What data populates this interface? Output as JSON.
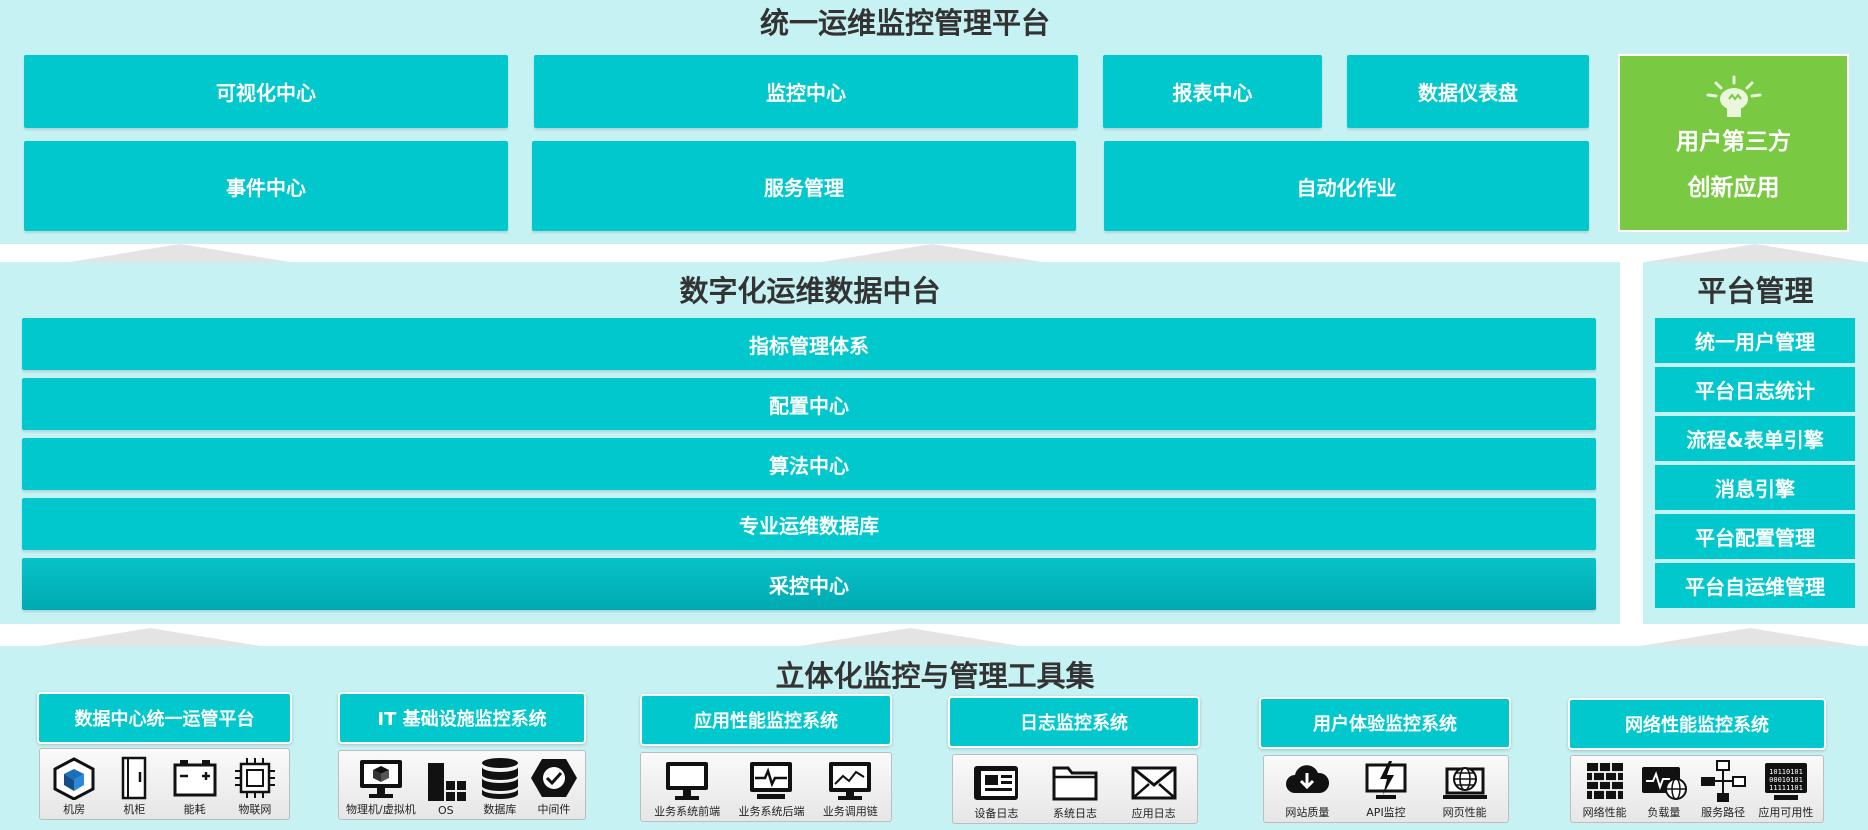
{
  "top": {
    "title": "统一运维监控管理平台",
    "tiles": [
      "可视化中心",
      "监控中心",
      "报表中心",
      "数据仪表盘",
      "事件中心",
      "服务管理",
      "自动化作业"
    ],
    "innovation": {
      "line1": "用户第三方",
      "line2": "创新应用",
      "icon": "lightbulb-icon"
    }
  },
  "middle": {
    "title": "数字化运维数据中台",
    "rows": [
      "指标管理体系",
      "配置中心",
      "算法中心",
      "专业运维数据库",
      "采控中心"
    ]
  },
  "platform": {
    "title": "平台管理",
    "items": [
      "统一用户管理",
      "平台日志统计",
      "流程&表单引擎",
      "消息引擎",
      "平台配置管理",
      "平台自运维管理"
    ]
  },
  "bottom": {
    "title": "立体化监控与管理工具集",
    "tools": [
      {
        "name": "数据中心统一运管平台",
        "icons": [
          {
            "icon": "server-room-icon",
            "label": "机房"
          },
          {
            "icon": "cabinet-icon",
            "label": "机柜"
          },
          {
            "icon": "battery-icon",
            "label": "能耗"
          },
          {
            "icon": "chip-icon",
            "label": "物联网"
          }
        ]
      },
      {
        "name": "IT 基础设施监控系统",
        "icons": [
          {
            "icon": "monitor-box-icon",
            "label": "物理机/虚拟机"
          },
          {
            "icon": "windows-icon",
            "label": "OS"
          },
          {
            "icon": "database-icon",
            "label": "数据库"
          },
          {
            "icon": "middleware-icon",
            "label": "中间件"
          }
        ]
      },
      {
        "name": "应用性能监控系统",
        "icons": [
          {
            "icon": "monitor-icon",
            "label": "业务系统前端"
          },
          {
            "icon": "pulse-monitor-icon",
            "label": "业务系统后端"
          },
          {
            "icon": "trend-monitor-icon",
            "label": "业务调用链"
          }
        ]
      },
      {
        "name": "日志监控系统",
        "icons": [
          {
            "icon": "newspaper-icon",
            "label": "设备日志"
          },
          {
            "icon": "folder-icon",
            "label": "系统日志"
          },
          {
            "icon": "envelope-icon",
            "label": "应用日志"
          }
        ]
      },
      {
        "name": "用户体验监控系统",
        "icons": [
          {
            "icon": "cloud-download-icon",
            "label": "网站质量"
          },
          {
            "icon": "lightning-monitor-icon",
            "label": "API监控"
          },
          {
            "icon": "globe-laptop-icon",
            "label": "网页性能"
          }
        ]
      },
      {
        "name": "网络性能监控系统",
        "icons": [
          {
            "icon": "firewall-icon",
            "label": "网络性能"
          },
          {
            "icon": "load-icon",
            "label": "负载量"
          },
          {
            "icon": "route-icon",
            "label": "服务路径"
          },
          {
            "icon": "binary-monitor-icon",
            "label": "应用可用性"
          }
        ]
      }
    ]
  }
}
